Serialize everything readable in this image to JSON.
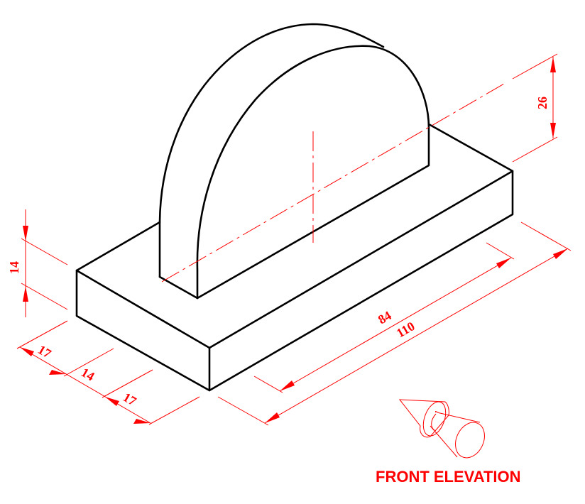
{
  "drawing": {
    "type": "isometric-view",
    "caption": "FRONT ELEVATION",
    "colors": {
      "object_lines": "#000000",
      "dimension_lines": "#ff0000",
      "background": "#ffffff"
    },
    "dimensions": {
      "base_height": "14",
      "width_left": "17",
      "width_middle": "14",
      "width_right": "17",
      "upright_length": "84",
      "base_length": "110",
      "arch_height_above_base": "26"
    },
    "view_direction_icon": "viewing-direction-arrow-icon"
  }
}
